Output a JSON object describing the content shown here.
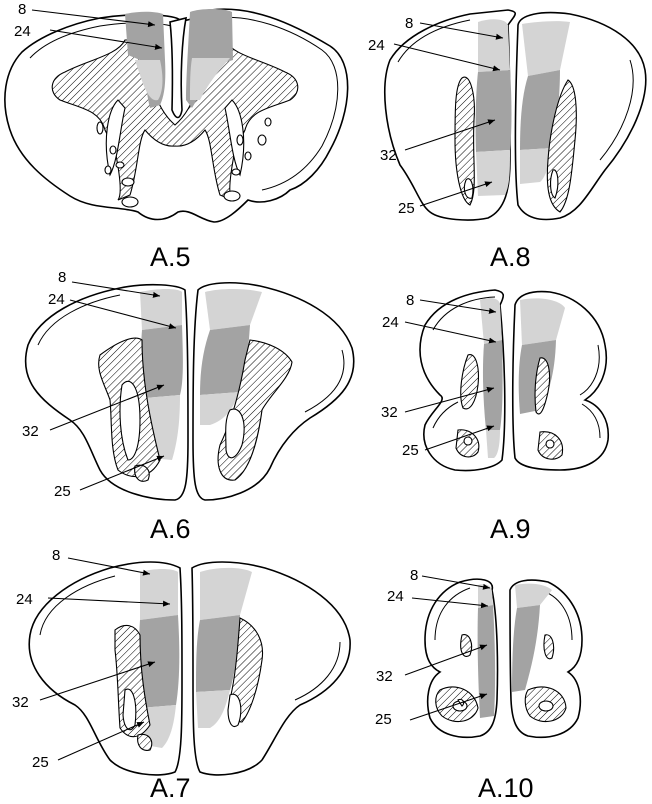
{
  "panels": [
    {
      "id": "A5",
      "title": "A.5",
      "labels": [
        "8",
        "24"
      ]
    },
    {
      "id": "A8",
      "title": "A.8",
      "labels": [
        "8",
        "24",
        "32",
        "25"
      ]
    },
    {
      "id": "A6",
      "title": "A.6",
      "labels": [
        "8",
        "24",
        "32",
        "25"
      ]
    },
    {
      "id": "A9",
      "title": "A.9",
      "labels": [
        "8",
        "24",
        "32",
        "25"
      ]
    },
    {
      "id": "A7",
      "title": "A.7",
      "labels": [
        "8",
        "24",
        "32",
        "25"
      ]
    },
    {
      "id": "A10",
      "title": "A.10",
      "labels": [
        "8",
        "24",
        "32",
        "25"
      ]
    }
  ],
  "colors": {
    "dark_area": "#a3a3a3",
    "light_area": "#d4d4d4",
    "outline": "#000000",
    "background": "#ffffff"
  }
}
